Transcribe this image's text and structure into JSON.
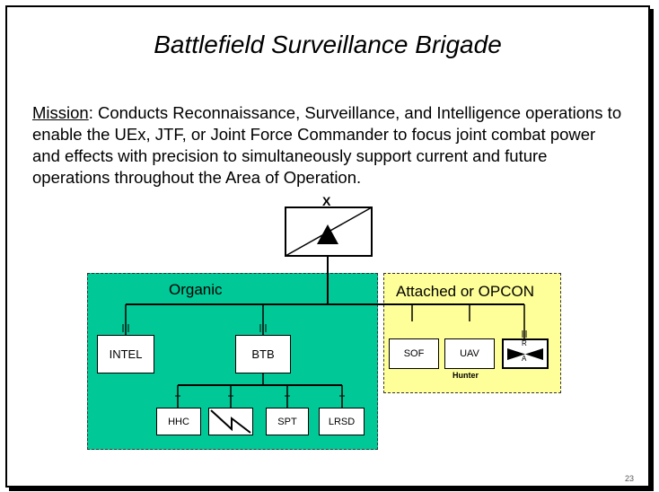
{
  "slide": {
    "title": "Battlefield Surveillance Brigade",
    "mission_lead": "Mission",
    "mission_text": ":  Conducts Reconnaissance, Surveillance, and Intelligence operations to enable the UEx, JTF, or Joint Force Commander to focus joint combat power and effects with precision to simultaneously support current and future operations throughout the Area of Operation.",
    "page_number": "23"
  },
  "diagram": {
    "hq": {
      "echelon": "X"
    },
    "organic": {
      "label": "Organic",
      "intel": "INTEL",
      "btb": "BTB",
      "hhc": "HHC",
      "spt": "SPT",
      "lrsd": "LRSD"
    },
    "attached": {
      "label": "Attached or OPCON",
      "sof": "SOF",
      "uav": "UAV",
      "uav_sub": "Hunter",
      "ra_top": "R",
      "ra_bottom": "A"
    }
  },
  "colors": {
    "organic_fill": "#00c896",
    "attached_fill": "#ffff99"
  }
}
